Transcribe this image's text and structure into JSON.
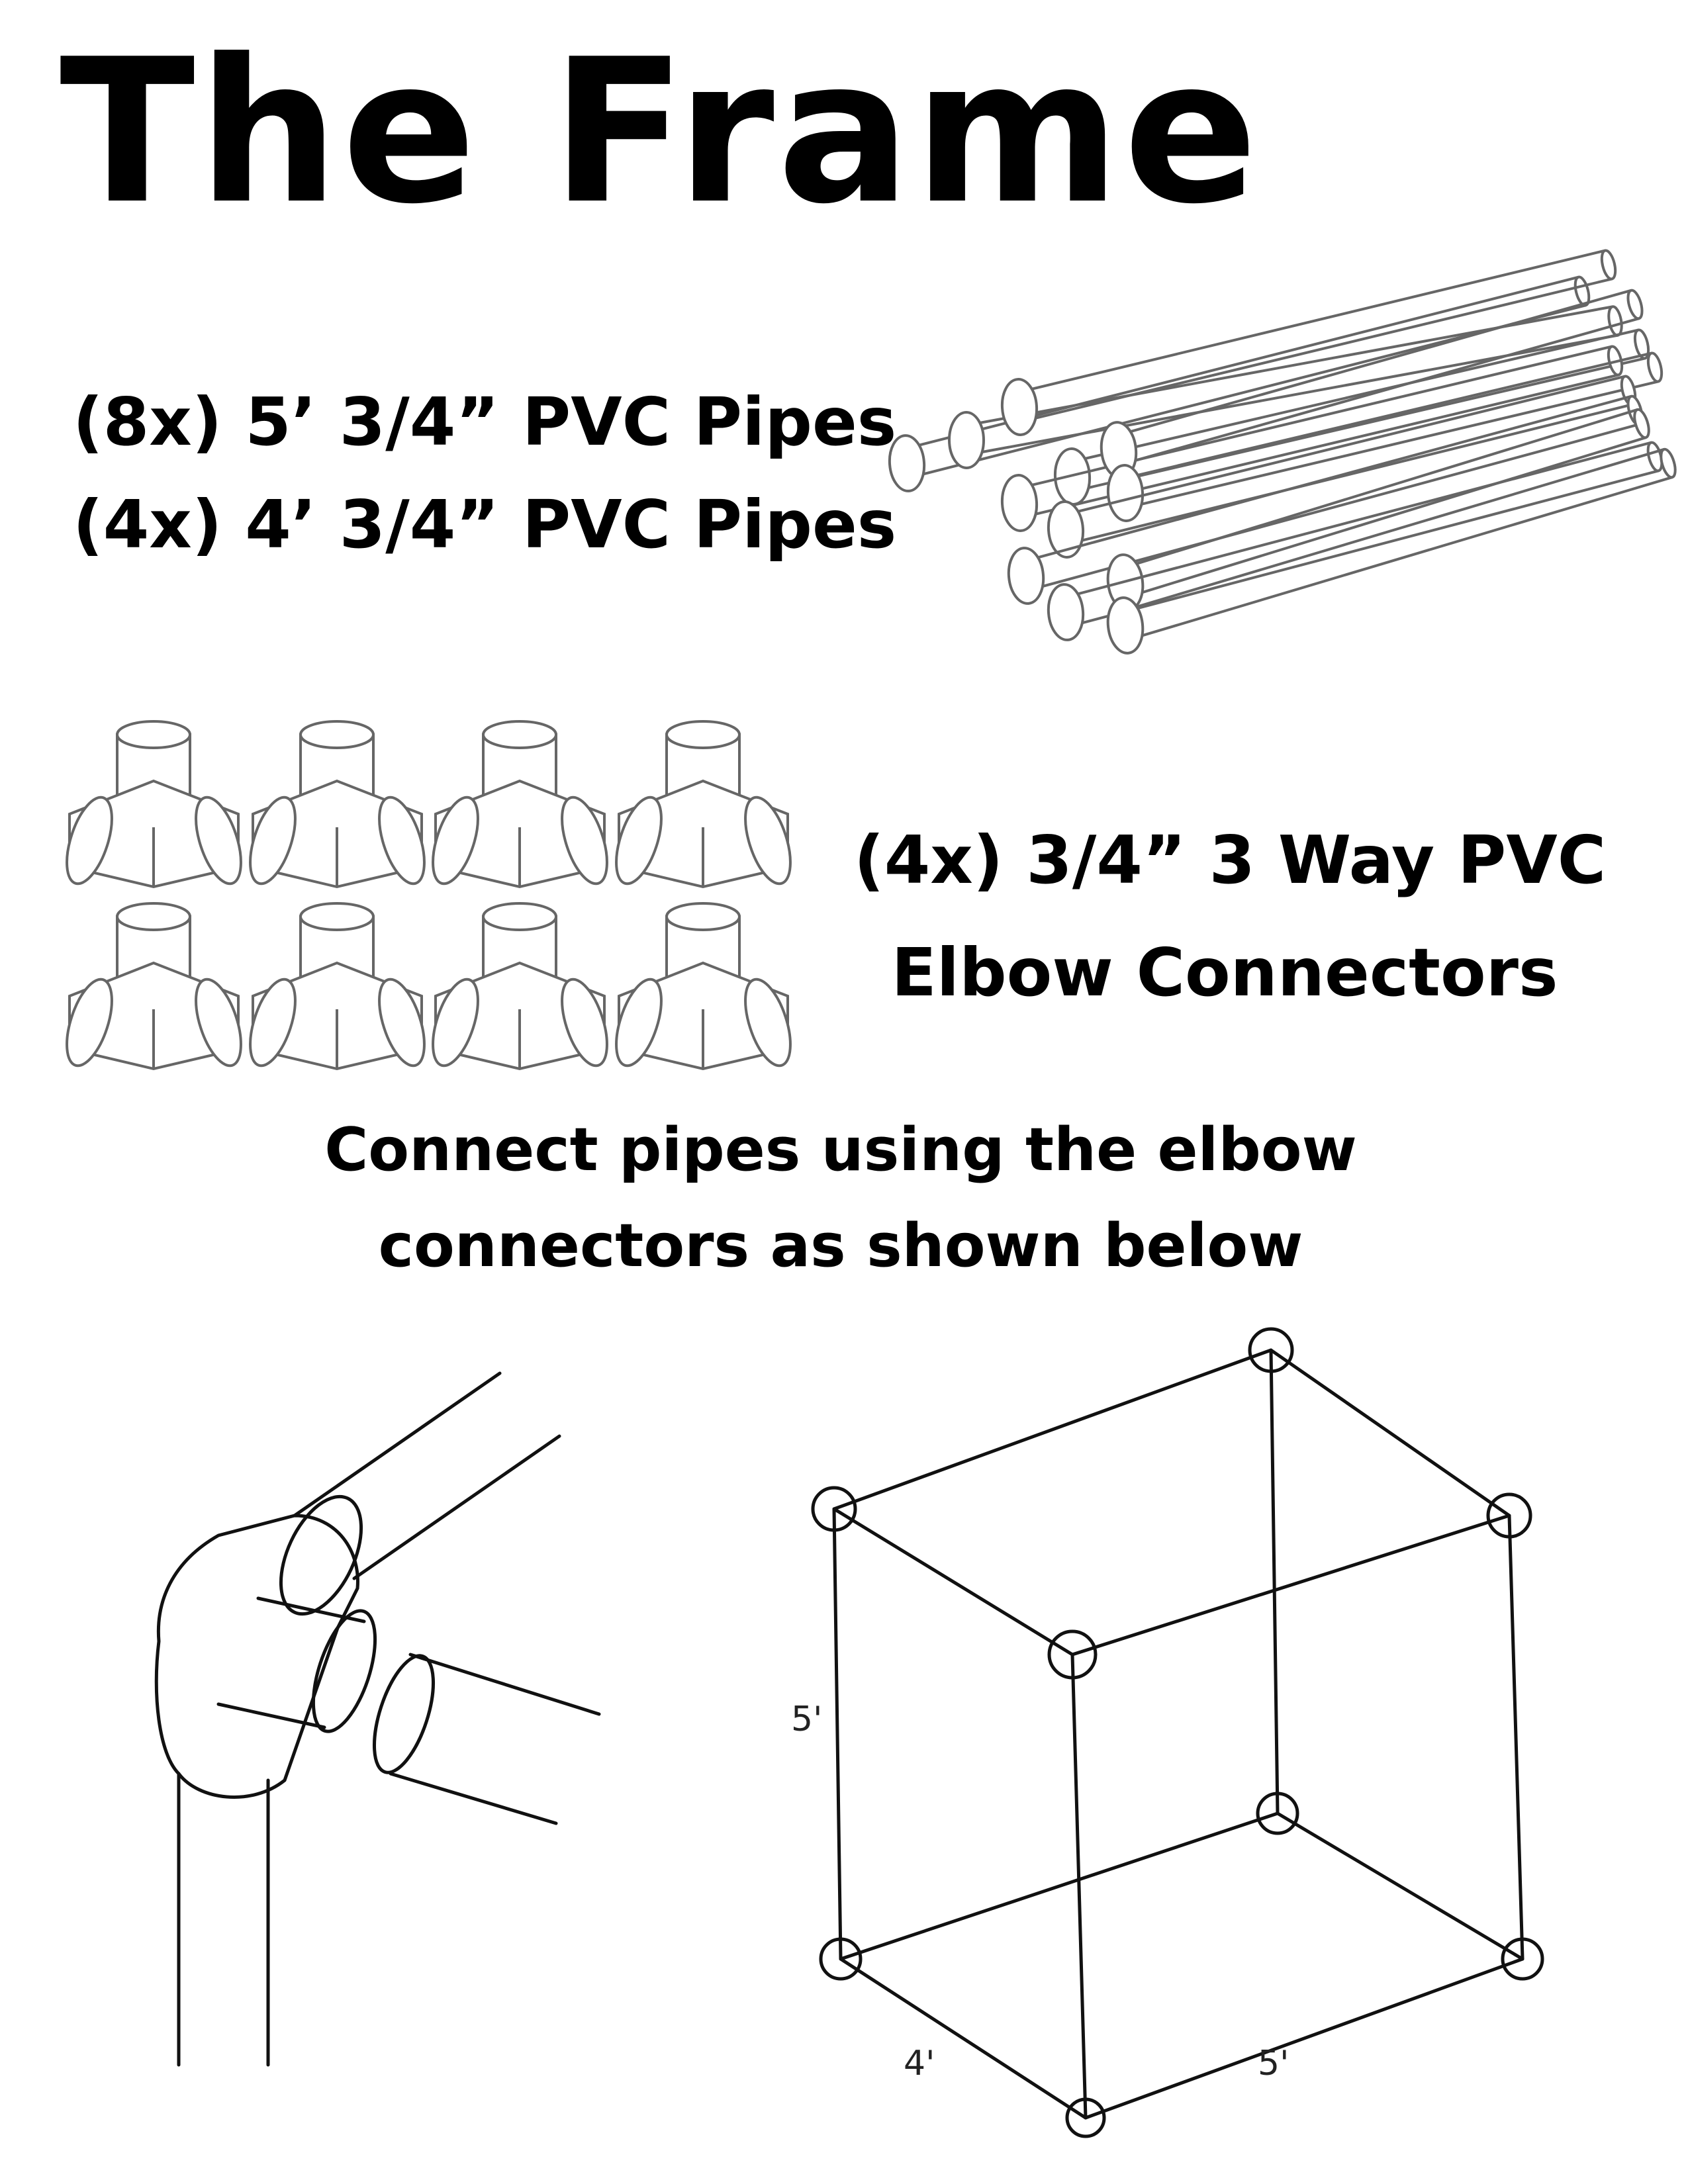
{
  "title": "The Frame",
  "pipes": {
    "line1": "(8x) 5’ 3/4” PVC Pipes",
    "line2": "(4x) 4’ 3/4” PVC Pipes"
  },
  "connectors": {
    "line1": "(4x) 3/4” 3 Way PVC",
    "line2": "Elbow Connectors"
  },
  "instruction": {
    "line1": "Connect pipes using the elbow",
    "line2": "connectors as shown below"
  },
  "dimensions": {
    "height": "5'",
    "depth": "4'",
    "width": "5'"
  }
}
